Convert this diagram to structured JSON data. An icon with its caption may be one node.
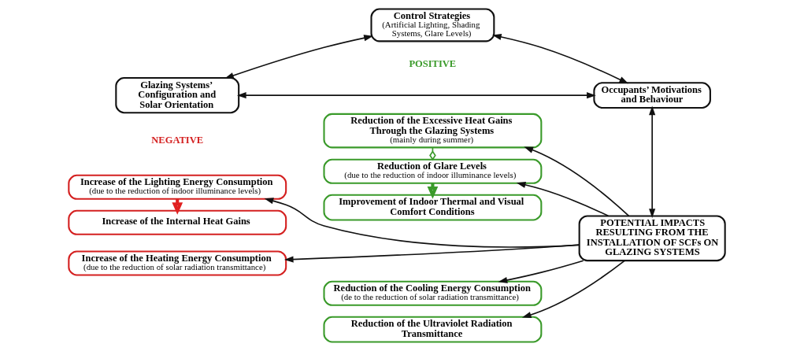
{
  "diagram": {
    "nodes": [
      {
        "text": [
          "Glazing Systems’ Configuration and Solar Orientation"
        ]
      },
      {
        "text": [
          "Control Strategies",
          "(Artificial Lighting, Shading Systems, Glare Levels)"
        ]
      },
      {
        "text": [
          "Occupants’ Motivations and Behaviour"
        ]
      },
      {
        "text": [
          "POTENTIAL IMPACTS RESULTING FROM THE INSTALLATION OF SCFs ON GLAZING SYSTEMS"
        ]
      },
      {
        "text": [
          "Increase of the Lighting Energy Consumption",
          "(due to the reduction of indoor illuminance levels)"
        ]
      },
      {
        "text": [
          "Increase of the Internal Heat Gains"
        ]
      },
      {
        "text": [
          "Increase of the Heating Energy Consumption",
          "(due to the reduction of solar radiation transmittance)"
        ]
      },
      {
        "text": [
          "Reduction of the Excessive Heat Gains Through the Glazing Systems",
          "(mainly during summer)"
        ]
      },
      {
        "text": [
          "Reduction of Glare Levels",
          "(due to the reduction of indoor illuminance levels)"
        ]
      },
      {
        "text": [
          "Improvement of Indoor Thermal and Visual Comfort Conditions"
        ]
      },
      {
        "text": [
          "Reduction of the Cooling Energy Consumption",
          "(de to the reduction of solar radiation transmittance)"
        ]
      },
      {
        "text": [
          "Reduction of the Ultraviolet Radiation Transmittance"
        ]
      }
    ],
    "edges": [
      {
        "from": 0,
        "to": 1,
        "arrow": "both"
      },
      {
        "from": 0,
        "to": 2,
        "arrow": "both"
      },
      {
        "from": 1,
        "to": 2,
        "arrow": "both"
      },
      {
        "from": 2,
        "to": 3,
        "arrow": "both"
      },
      {
        "from": 3,
        "to": 4,
        "arrow": "to"
      },
      {
        "from": 3,
        "to": 6,
        "arrow": "to"
      },
      {
        "from": 4,
        "to": 5,
        "arrow": "to",
        "style": "thick",
        "color": "#e02020"
      },
      {
        "from": 3,
        "to": 7,
        "arrow": "to"
      },
      {
        "from": 3,
        "to": 8,
        "arrow": "to"
      },
      {
        "from": 3,
        "to": 10,
        "arrow": "to"
      },
      {
        "from": 3,
        "to": 11,
        "arrow": "to"
      },
      {
        "from": 7,
        "to": 8,
        "arrow": "other",
        "color": "#3a9a2a"
      },
      {
        "from": 8,
        "to": 9,
        "arrow": "to",
        "style": "thick",
        "color": "#3a9a2a"
      }
    ],
    "labels": [
      "NEGATIVE",
      "POSITIVE"
    ]
  }
}
